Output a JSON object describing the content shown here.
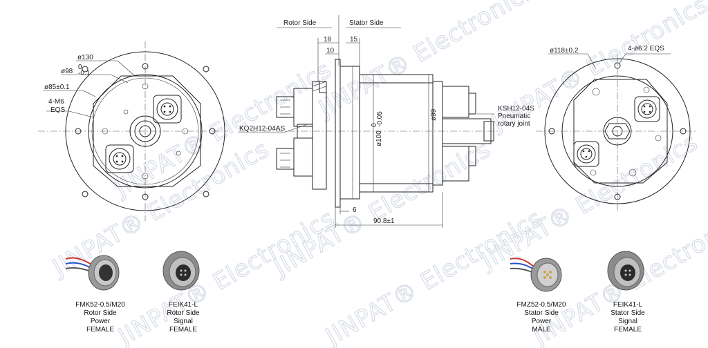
{
  "left_view": {
    "labels": {
      "d130": "ø130",
      "d98": "ø98",
      "d98_tol_upper": "0",
      "d98_tol_lower": "-0.1",
      "d85": "ø85±0.1",
      "m6_line1": "4-M6",
      "m6_line2": "EQS"
    }
  },
  "side_view": {
    "labels": {
      "rotor_side": "Rotor Side",
      "stator_side": "Stator Side",
      "dim18": "18",
      "dim15": "15",
      "dim10": "10",
      "d100": "ø100",
      "d100_tol_upper": "0",
      "d100_tol_lower": "-0.05",
      "d99": "ø99",
      "kq2h": "KQ2H12-04AS",
      "ksh_line1": "KSH12-04S",
      "ksh_line2": "Pneumatic",
      "ksh_line3": "rotary joint",
      "dim6": "6",
      "dim90": "90.8±1"
    }
  },
  "right_view": {
    "labels": {
      "d118": "ø118±0.2",
      "holes": "4-ø6.2 EQS"
    }
  },
  "connectors": [
    {
      "line1": "FMK52-0.5/M20",
      "line2": "Rotor Side",
      "line3": "Power",
      "line4": "FEMALE"
    },
    {
      "line1": "FEIK41-L",
      "line2": "Rotor Side",
      "line3": "Signal",
      "line4": "FEMALE"
    },
    {
      "line1": "FMZ52-0.5/M20",
      "line2": "Stator Side",
      "line3": "Power",
      "line4": "MALE"
    },
    {
      "line1": "FEIK41-L",
      "line2": "Stator Side",
      "line3": "Signal",
      "line4": "FEMALE"
    }
  ],
  "watermark": "JINPAT® Electronics"
}
